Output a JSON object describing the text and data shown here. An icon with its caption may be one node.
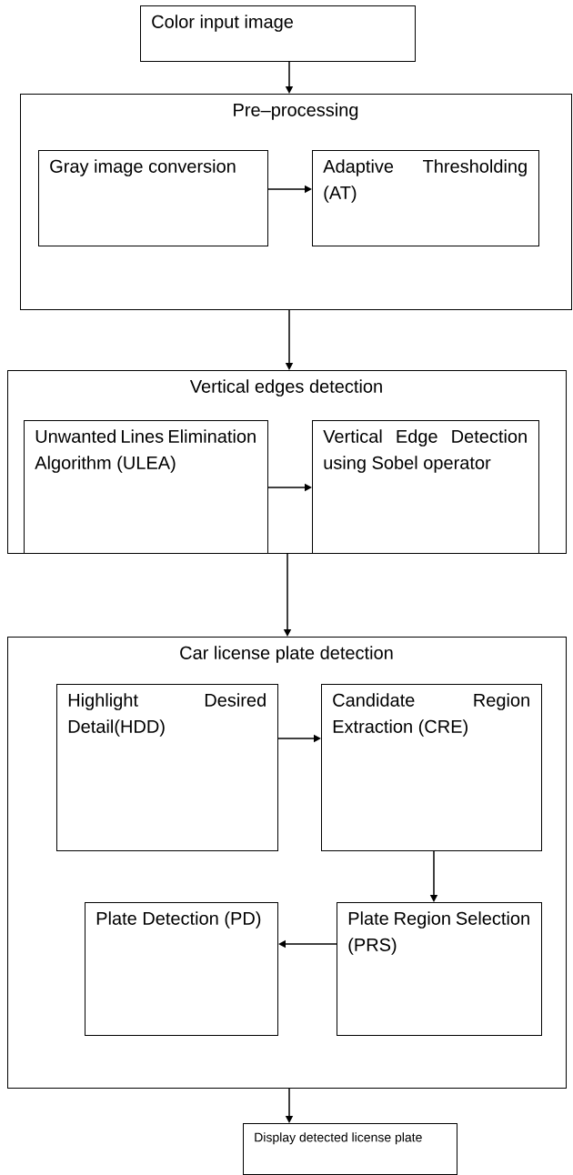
{
  "diagram": {
    "nodes": [
      {
        "text": [
          "Color  input image"
        ]
      },
      {
        "text": [
          "Pre–processing"
        ]
      },
      {
        "text": [
          "Gray image conversion"
        ],
        "in": 1
      },
      {
        "text": [
          "Adaptive Thresholding (AT)"
        ],
        "in": 1
      },
      {
        "text": [
          "Vertical edges detection"
        ]
      },
      {
        "text": [
          "Unwanted Lines Elimination Algorithm (ULEA)"
        ],
        "in": 4
      },
      {
        "text": [
          "Vertical Edge Detection using Sobel operator"
        ],
        "in": 4
      },
      {
        "text": [
          "Car license plate detection"
        ]
      },
      {
        "text": [
          "Highlight Desired Detail(HDD)"
        ],
        "in": 7
      },
      {
        "text": [
          "Candidate Region Extraction (CRE)"
        ],
        "in": 7
      },
      {
        "text": [
          "Plate Detection (PD)"
        ],
        "in": 7
      },
      {
        "text": [
          "Plate Region Selection (PRS)"
        ],
        "in": 7
      },
      {
        "text": [
          "Display detected license plate"
        ]
      }
    ],
    "edges": [
      {
        "from": 0,
        "to": 1,
        "arrow": "to"
      },
      {
        "from": 2,
        "to": 3,
        "arrow": "to"
      },
      {
        "from": 1,
        "to": 4,
        "arrow": "to"
      },
      {
        "from": 5,
        "to": 6,
        "arrow": "to"
      },
      {
        "from": 4,
        "to": 7,
        "arrow": "to"
      },
      {
        "from": 8,
        "to": 9,
        "arrow": "to"
      },
      {
        "from": 9,
        "to": 11,
        "arrow": "to"
      },
      {
        "from": 11,
        "to": 10,
        "arrow": "to"
      },
      {
        "from": 7,
        "to": 12,
        "arrow": "to"
      }
    ]
  }
}
